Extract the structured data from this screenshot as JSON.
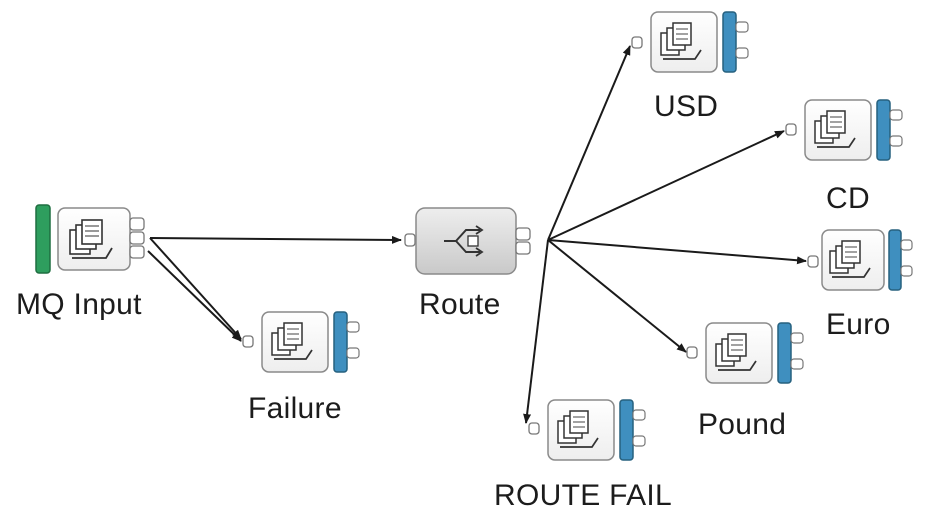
{
  "diagram": {
    "nodes": [
      {
        "id": "mq-input",
        "label": "MQ Input",
        "kind": "input"
      },
      {
        "id": "route",
        "label": "Route",
        "kind": "route"
      },
      {
        "id": "failure",
        "label": "Failure",
        "kind": "output"
      },
      {
        "id": "usd",
        "label": "USD",
        "kind": "output"
      },
      {
        "id": "cd",
        "label": "CD",
        "kind": "output"
      },
      {
        "id": "euro",
        "label": "Euro",
        "kind": "output"
      },
      {
        "id": "pound",
        "label": "Pound",
        "kind": "output"
      },
      {
        "id": "route-fail",
        "label": "ROUTE FAIL",
        "kind": "output"
      }
    ],
    "edges": [
      {
        "from": "mq-input",
        "to": "route"
      },
      {
        "from": "mq-input",
        "to": "failure"
      },
      {
        "from": "mq-input",
        "to": "failure"
      },
      {
        "from": "route",
        "to": "usd"
      },
      {
        "from": "route",
        "to": "cd"
      },
      {
        "from": "route",
        "to": "euro"
      },
      {
        "from": "route",
        "to": "pound"
      },
      {
        "from": "route",
        "to": "route-fail"
      }
    ],
    "colors": {
      "input_bar": "#2e9e5e",
      "output_bar": "#3f8fbf",
      "node_border": "#8a8a8a",
      "route_fill": "#d9d9d9",
      "edge": "#1a1a1a"
    }
  }
}
